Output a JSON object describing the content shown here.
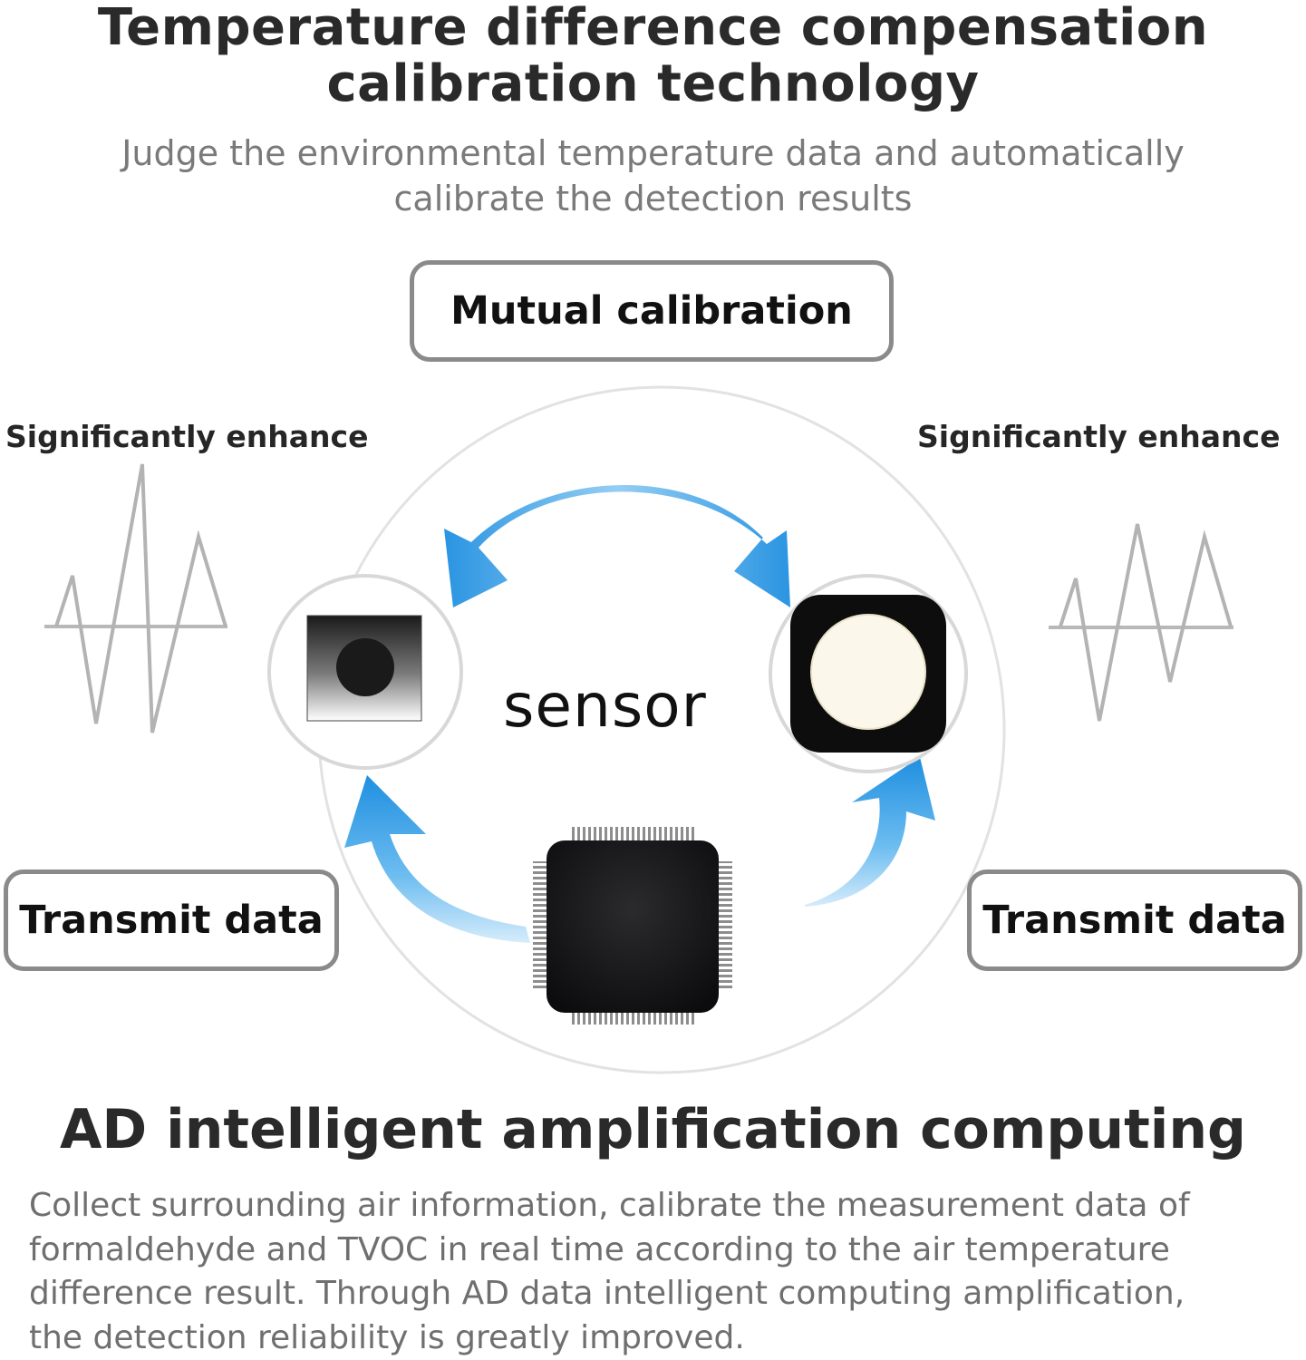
{
  "header": {
    "title_line1": "Temperature difference compensation",
    "title_line2": "calibration technology",
    "subtitle_line1": "Judge the environmental temperature data and automatically",
    "subtitle_line2": "calibrate the detection results"
  },
  "diagram": {
    "top_box": "Mutual calibration",
    "left_enhance": "Significantly enhance",
    "right_enhance": "Significantly enhance",
    "center_label": "sensor",
    "left_box": "Transmit data",
    "right_box": "Transmit data",
    "colors": {
      "arrow": "#3aa3e6",
      "border": "#8a8a8a",
      "wave": "#b3b3b3"
    }
  },
  "footer": {
    "heading": "AD intelligent amplification computing",
    "paragraph_line1": "Collect surrounding air information, calibrate the measurement data of",
    "paragraph_line2": "formaldehyde and TVOC in real time according to the air temperature",
    "paragraph_line3": "difference result. Through AD data intelligent computing amplification,",
    "paragraph_line4": "the detection reliability is greatly improved."
  }
}
